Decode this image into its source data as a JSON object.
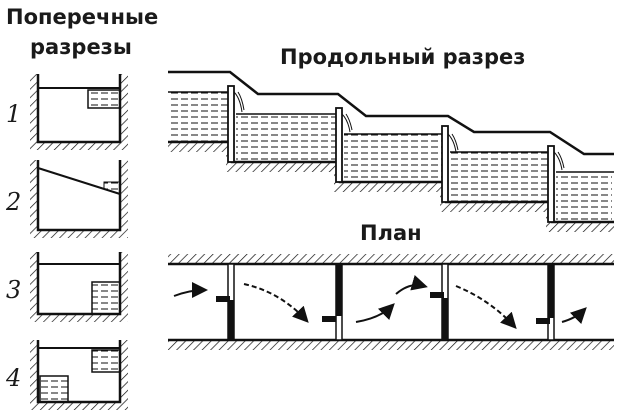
{
  "labels": {
    "cross_sections": [
      "Поперечные",
      "разрезы"
    ],
    "longitudinal": "Продольный разрез",
    "plan": "План",
    "numbers": [
      "1",
      "2",
      "3",
      "4"
    ]
  },
  "colors": {
    "ink": "#111111",
    "paper": "#ffffff"
  }
}
